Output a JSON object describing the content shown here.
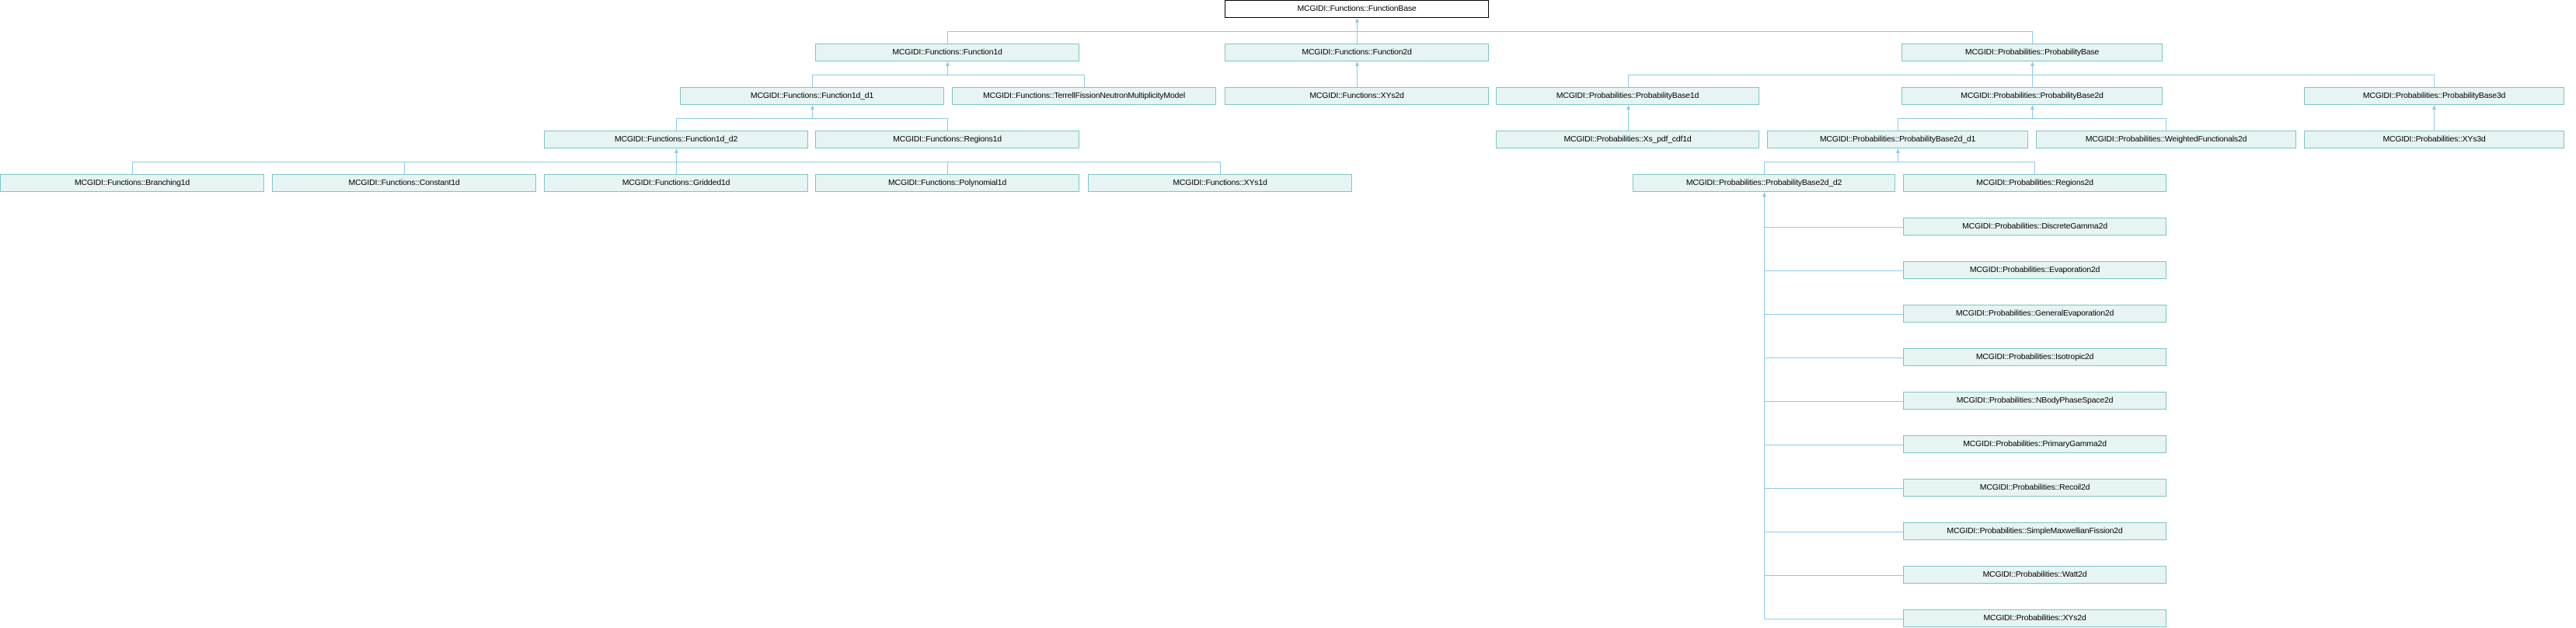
{
  "diagram": {
    "nodes": {
      "function_base": "MCGIDI::Functions::FunctionBase",
      "function1d": "MCGIDI::Functions::Function1d",
      "function2d": "MCGIDI::Functions::Function2d",
      "probability_base": "MCGIDI::Probabilities::ProbabilityBase",
      "function1d_d1": "MCGIDI::Functions::Function1d_d1",
      "terrell": "MCGIDI::Functions::TerrellFissionNeutronMultiplicityModel",
      "functions_xys2d": "MCGIDI::Functions::XYs2d",
      "probability_base1d": "MCGIDI::Probabilities::ProbabilityBase1d",
      "probability_base2d": "MCGIDI::Probabilities::ProbabilityBase2d",
      "probability_base3d": "MCGIDI::Probabilities::ProbabilityBase3d",
      "function1d_d2": "MCGIDI::Functions::Function1d_d2",
      "regions1d": "MCGIDI::Functions::Regions1d",
      "xs_pdf_cdf1d": "MCGIDI::Probabilities::Xs_pdf_cdf1d",
      "probability_base2d_d1": "MCGIDI::Probabilities::ProbabilityBase2d_d1",
      "weighted_functionals2d": "MCGIDI::Probabilities::WeightedFunctionals2d",
      "xys3d": "MCGIDI::Probabilities::XYs3d",
      "branching1d": "MCGIDI::Functions::Branching1d",
      "constant1d": "MCGIDI::Functions::Constant1d",
      "gridded1d": "MCGIDI::Functions::Gridded1d",
      "polynomial1d": "MCGIDI::Functions::Polynomial1d",
      "xys1d": "MCGIDI::Functions::XYs1d",
      "probability_base2d_d2": "MCGIDI::Probabilities::ProbabilityBase2d_d2",
      "regions2d": "MCGIDI::Probabilities::Regions2d",
      "discrete_gamma2d": "MCGIDI::Probabilities::DiscreteGamma2d",
      "evaporation2d": "MCGIDI::Probabilities::Evaporation2d",
      "general_evaporation2d": "MCGIDI::Probabilities::GeneralEvaporation2d",
      "isotropic2d": "MCGIDI::Probabilities::Isotropic2d",
      "nbody_phase_space2d": "MCGIDI::Probabilities::NBodyPhaseSpace2d",
      "primary_gamma2d": "MCGIDI::Probabilities::PrimaryGamma2d",
      "recoil2d": "MCGIDI::Probabilities::Recoil2d",
      "simple_maxwellian_fission2d": "MCGIDI::Probabilities::SimpleMaxwellianFission2d",
      "watt2d": "MCGIDI::Probabilities::Watt2d",
      "probabilities_xys2d": "MCGIDI::Probabilities::XYs2d"
    },
    "colors": {
      "node_fill": "#e6f4f3",
      "node_border": "#7cc6c6",
      "edge": "#8ecbe6",
      "root_border": "#000000"
    }
  }
}
